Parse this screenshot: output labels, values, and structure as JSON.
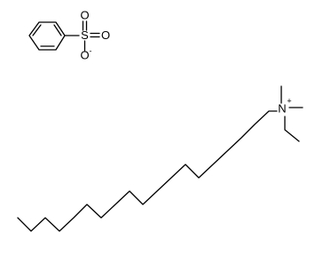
{
  "molecule": {
    "atoms": {
      "s": "S",
      "o_top": "O",
      "o_right": "O",
      "o_bottom": "O",
      "n": "N"
    },
    "charges": {
      "o_minus": "-",
      "n_plus": "+"
    }
  },
  "colors": {
    "bond": "#000000",
    "background": "#ffffff"
  }
}
